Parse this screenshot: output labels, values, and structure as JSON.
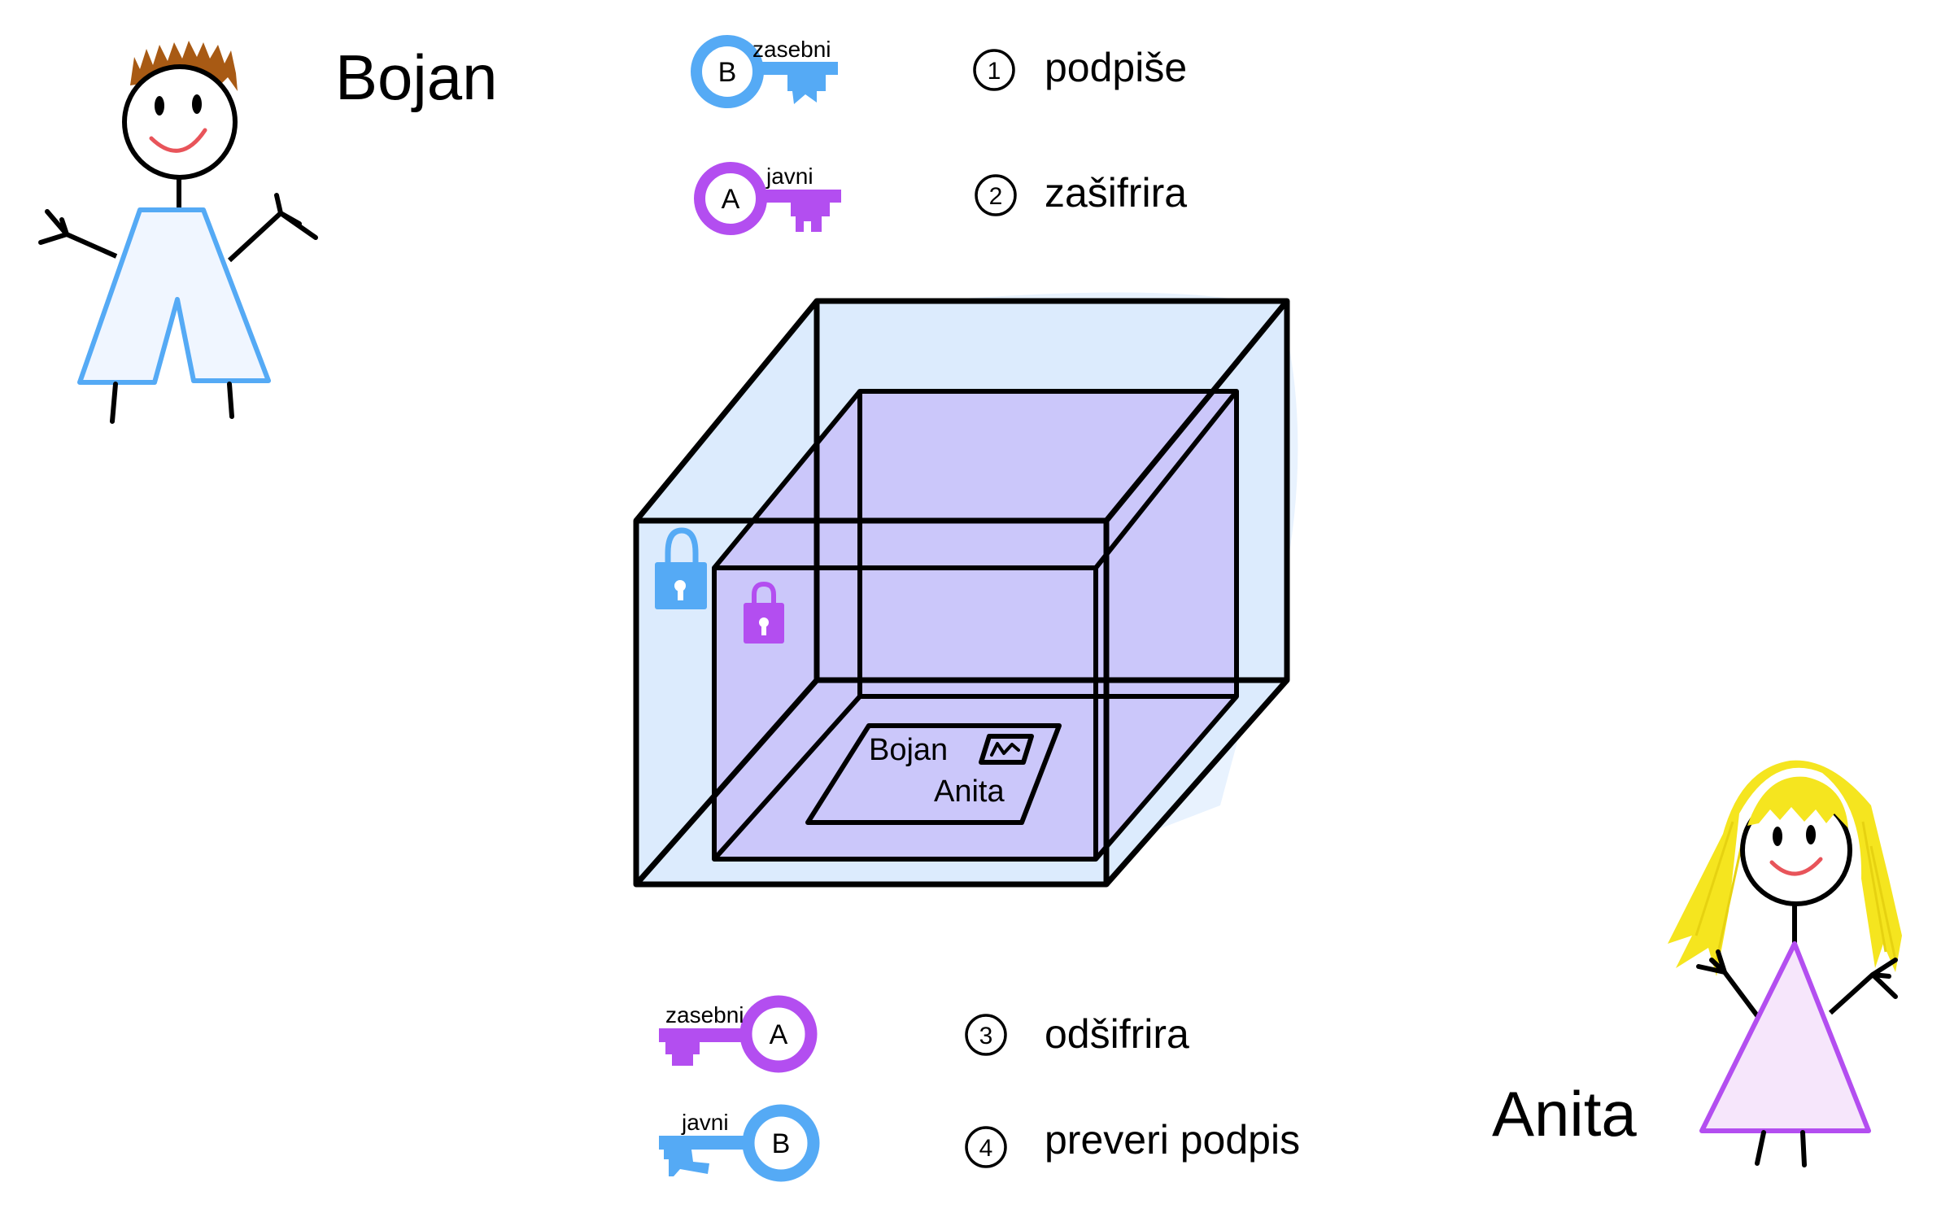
{
  "people": {
    "sender": {
      "name": "Bojan"
    },
    "receiver": {
      "name": "Anita"
    }
  },
  "keys": {
    "sender_private": {
      "tag": "zasebni",
      "letter": "B",
      "color": "#55aaf5"
    },
    "receiver_public": {
      "tag": "javni",
      "letter": "A",
      "color": "#b34ef0"
    },
    "receiver_private": {
      "tag": "zasebni",
      "letter": "A",
      "color": "#b34ef0"
    },
    "sender_public": {
      "tag": "javni",
      "letter": "B",
      "color": "#55aaf5"
    }
  },
  "steps": [
    {
      "number": "1",
      "label": "podpiše"
    },
    {
      "number": "2",
      "label": "zašifrira"
    },
    {
      "number": "3",
      "label": "odšifrira"
    },
    {
      "number": "4",
      "label": "preveri podpis"
    }
  ],
  "document": {
    "from": "Bojan",
    "to": "Anita"
  },
  "colors": {
    "blue": "#55aaf5",
    "purple": "#b34ef0",
    "outer_box_fill": "#dcebfd",
    "inner_box_fill": "#cbc7fa",
    "bojan_shirt": "#f0f6ff",
    "anita_dress": "#f6e6fb",
    "bojan_hair": "#a85a14",
    "anita_hair": "#f5e51f",
    "smile": "#e8545a"
  }
}
